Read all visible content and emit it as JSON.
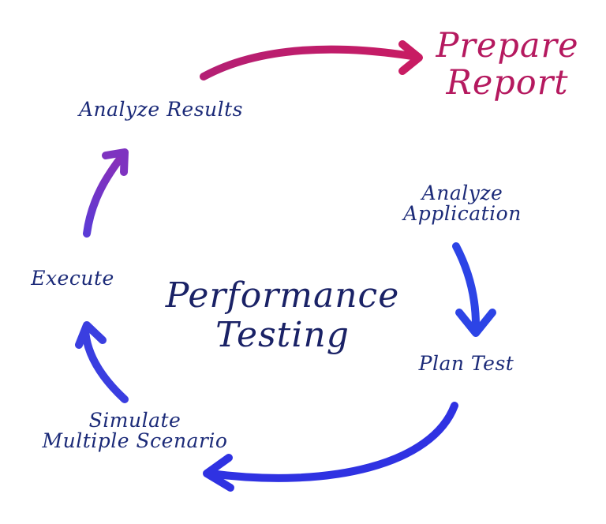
{
  "title": {
    "line1": "Performance",
    "line2": "Testing"
  },
  "steps": {
    "analyze_application": {
      "line1": "Analyze",
      "line2": "Application"
    },
    "plan_test": "Plan Test",
    "simulate": {
      "line1": "Simulate",
      "line2": "Multiple Scenario"
    },
    "execute": "Execute",
    "analyze_results": "Analyze Results",
    "prepare_report": {
      "line1": "Prepare",
      "line2": "Report"
    }
  },
  "colors": {
    "text": "#1b2a78",
    "report": "#b5195f",
    "arrow_blue": "#2f3fe0",
    "arrow_purple": "#6a34c8",
    "arrow_magenta": "#c01f6a"
  }
}
